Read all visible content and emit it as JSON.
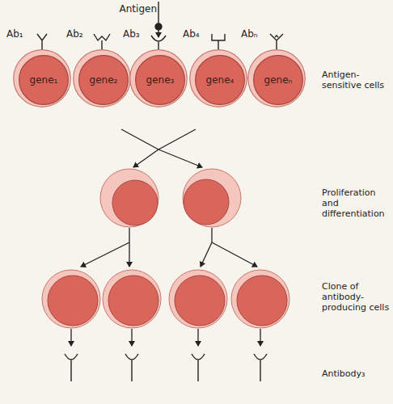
{
  "diagram": {
    "nodes": [
      {
        "text": [
          "Ab₁"
        ]
      },
      {
        "text": [
          "gene₁"
        ],
        "in": 0
      },
      {
        "text": [
          "Ab₂"
        ]
      },
      {
        "text": [
          "gene₂"
        ],
        "in": 2
      },
      {
        "text": [
          "Ab₃"
        ]
      },
      {
        "text": [
          "gene₃"
        ],
        "in": 4
      },
      {
        "text": [
          "Ab₄"
        ]
      },
      {
        "text": [
          "gene₄"
        ],
        "in": 6
      },
      {
        "text": [
          "Abₙ"
        ]
      },
      {
        "text": [
          "geneₙ"
        ],
        "in": 8
      }
    ],
    "labels": [
      "Antigen",
      "Antigen-sensitive cells",
      "Proliferation and differentiation",
      "Clone of antibody-producing cells",
      "Antibody₃"
    ]
  }
}
